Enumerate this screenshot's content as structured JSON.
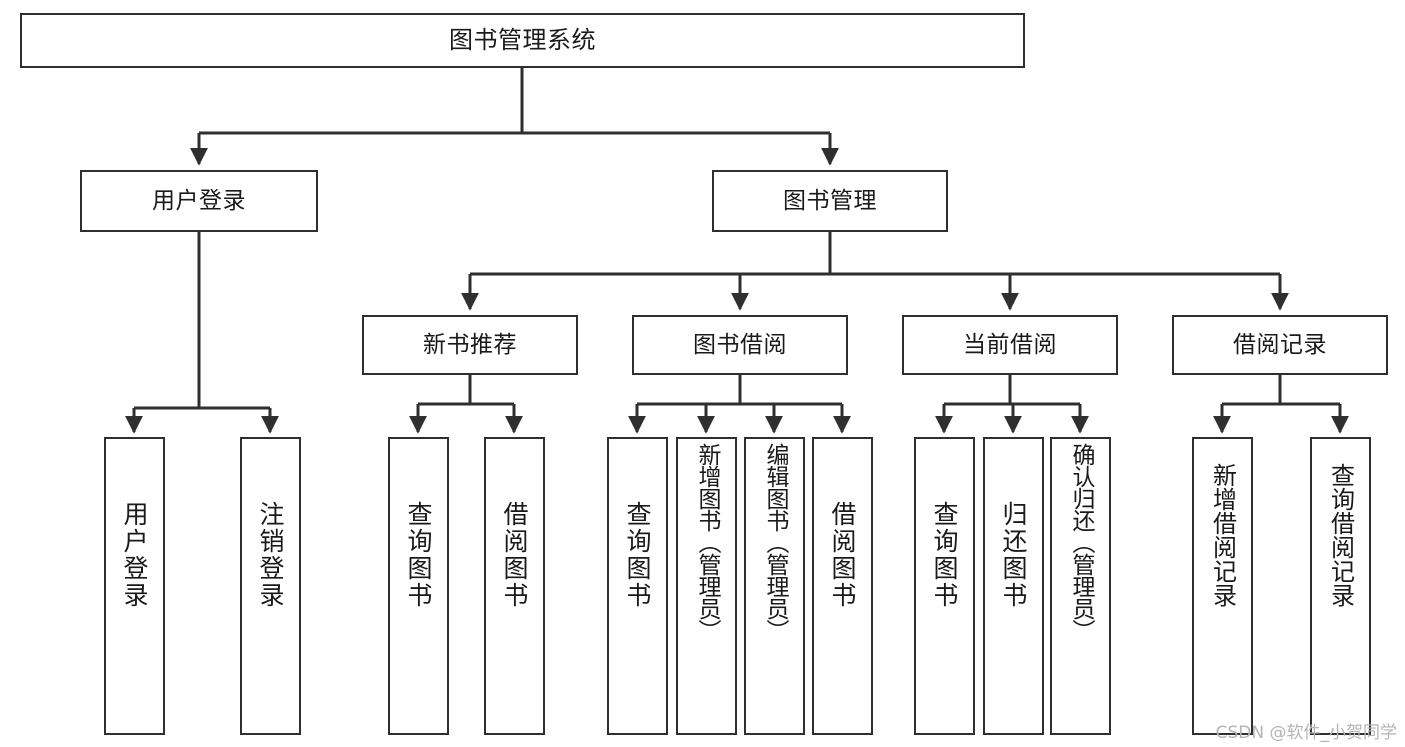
{
  "diagram": {
    "title": "图书管理系统",
    "type": "tree",
    "orientation": "top-down",
    "colors": {
      "box_border": "#2f2f2f",
      "box_fill": "#ffffff",
      "edge": "#2f2f2f",
      "text": "#1a1a1a",
      "watermark": "#b4b4b4",
      "background": "#ffffff"
    },
    "watermark": "CSDN @软件_小贺同学"
  },
  "nodes": {
    "root": {
      "label": "图书管理系统"
    },
    "level2": [
      {
        "id": "user-login",
        "label": "用户登录"
      },
      {
        "id": "book-management",
        "label": "图书管理"
      }
    ],
    "level3": [
      {
        "id": "new-book-recommend",
        "label": "新书推荐"
      },
      {
        "id": "book-borrow",
        "label": "图书借阅"
      },
      {
        "id": "current-borrow",
        "label": "当前借阅"
      },
      {
        "id": "borrow-record",
        "label": "借阅记录"
      }
    ],
    "leaves": [
      {
        "id": "leaf-user-login",
        "label": "用户登录"
      },
      {
        "id": "leaf-logout",
        "label": "注销登录"
      },
      {
        "id": "leaf-query-book-1",
        "label": "查询图书"
      },
      {
        "id": "leaf-borrow-book-1",
        "label": "借阅图书"
      },
      {
        "id": "leaf-query-book-2",
        "label": "查询图书"
      },
      {
        "id": "leaf-add-book",
        "label": "新增图书（管理员）"
      },
      {
        "id": "leaf-edit-book",
        "label": "编辑图书（管理员）"
      },
      {
        "id": "leaf-borrow-book-2",
        "label": "借阅图书"
      },
      {
        "id": "leaf-query-book-3",
        "label": "查询图书"
      },
      {
        "id": "leaf-return-book",
        "label": "归还图书"
      },
      {
        "id": "leaf-confirm-return",
        "label": "确认归还（管理员）"
      },
      {
        "id": "leaf-add-record",
        "label": "新增借阅记录"
      },
      {
        "id": "leaf-query-record",
        "label": "查询借阅记录"
      }
    ]
  },
  "edges": [
    {
      "from": "root",
      "to": "user-login"
    },
    {
      "from": "root",
      "to": "book-management"
    },
    {
      "from": "user-login",
      "to": "leaf-user-login"
    },
    {
      "from": "user-login",
      "to": "leaf-logout"
    },
    {
      "from": "book-management",
      "to": "new-book-recommend"
    },
    {
      "from": "book-management",
      "to": "book-borrow"
    },
    {
      "from": "book-management",
      "to": "current-borrow"
    },
    {
      "from": "book-management",
      "to": "borrow-record"
    },
    {
      "from": "new-book-recommend",
      "to": "leaf-query-book-1"
    },
    {
      "from": "new-book-recommend",
      "to": "leaf-borrow-book-1"
    },
    {
      "from": "book-borrow",
      "to": "leaf-query-book-2"
    },
    {
      "from": "book-borrow",
      "to": "leaf-add-book"
    },
    {
      "from": "book-borrow",
      "to": "leaf-edit-book"
    },
    {
      "from": "book-borrow",
      "to": "leaf-borrow-book-2"
    },
    {
      "from": "current-borrow",
      "to": "leaf-query-book-3"
    },
    {
      "from": "current-borrow",
      "to": "leaf-return-book"
    },
    {
      "from": "current-borrow",
      "to": "leaf-confirm-return"
    },
    {
      "from": "borrow-record",
      "to": "leaf-add-record"
    },
    {
      "from": "borrow-record",
      "to": "leaf-query-record"
    }
  ]
}
